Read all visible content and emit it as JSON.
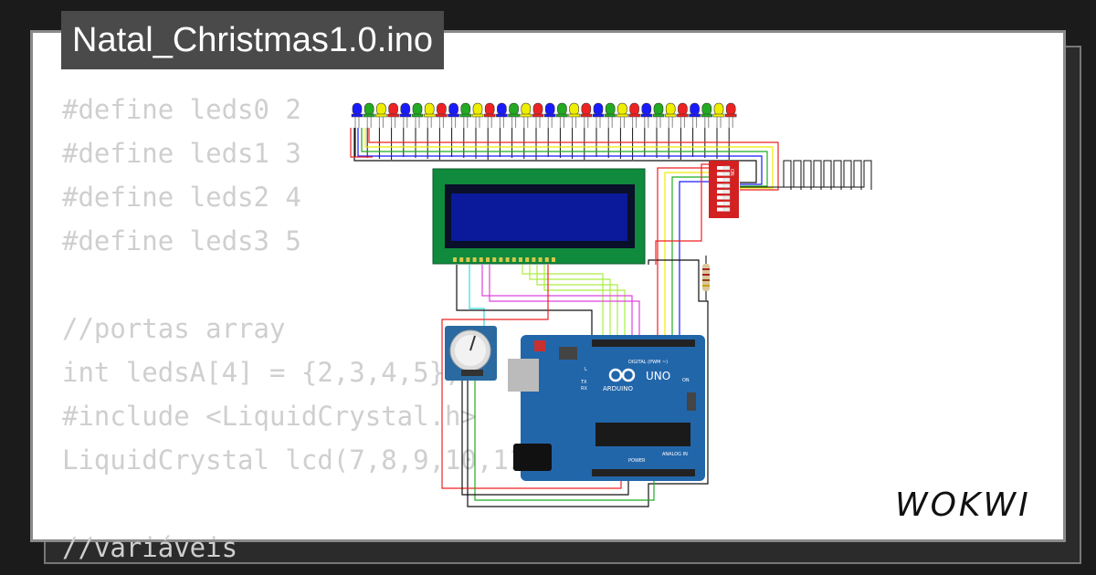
{
  "title": "Natal_Christmas1.0.ino",
  "code_lines": [
    "#define leds0 2",
    "#define leds1 3",
    "#define leds2 4",
    "#define leds3 5",
    "",
    "//portas array",
    "int ledsA[4] = {2,3,4,5};",
    "#include <LiquidCrystal.h>",
    "LiquidCrystal lcd(7,8,9,10,11,12);",
    "",
    "//variáveis"
  ],
  "brand": "WOKWI",
  "diagram": {
    "board_label": "UNO",
    "board_brand": "ARDUINO",
    "digital_label": "DIGITAL (PWM ~)",
    "power_label": "POWER",
    "analog_label": "ANALOG IN",
    "tx_label": "TX",
    "rx_label": "RX",
    "l_label": "L",
    "on_label": "ON",
    "dip_label": "ON",
    "led_colors": [
      "blue",
      "green",
      "yellow",
      "red",
      "blue",
      "green",
      "yellow",
      "red",
      "blue",
      "green",
      "yellow",
      "red",
      "blue",
      "green",
      "yellow",
      "red",
      "blue",
      "green",
      "yellow",
      "red",
      "blue",
      "green",
      "yellow",
      "red",
      "blue",
      "green",
      "yellow",
      "red",
      "blue",
      "green",
      "yellow",
      "red"
    ],
    "colors": {
      "blue": "#1a1aff",
      "green": "#22aa22",
      "yellow": "#eeee00",
      "red": "#ee2222",
      "board": "#2266aa",
      "lcd_pcb": "#108a3c",
      "lcd_screen": "#0a1a9a",
      "dip": "#d32020",
      "pot": "#2a6aa0"
    }
  }
}
